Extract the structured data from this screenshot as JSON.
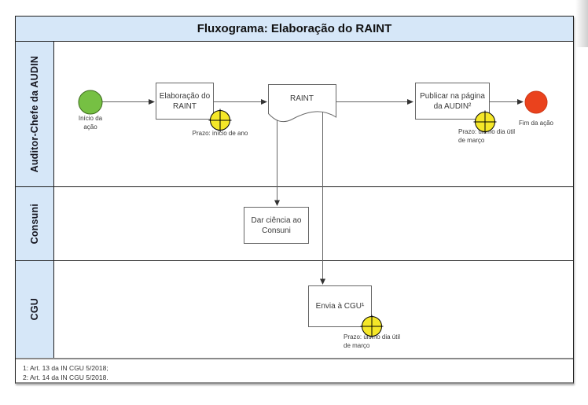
{
  "title": "Fluxograma: Elaboração do RAINT",
  "lanes": [
    {
      "label": "Auditor-Chefe da AUDIN"
    },
    {
      "label": "Consuni"
    },
    {
      "label": "CGU"
    }
  ],
  "flow": {
    "start_event": {
      "label": "Início da\nação"
    },
    "task_elaborar": {
      "label": "Elaboração do\nRAINT"
    },
    "doc_raint": {
      "label": "RAINT"
    },
    "task_publicar": {
      "label": "Publicar na página\nda AUDIN²"
    },
    "end_event": {
      "label": "Fim da ação"
    },
    "task_dar_ciencia": {
      "label": "Dar ciência ao\nConsuni"
    },
    "task_envia_cgu": {
      "label": "Envia à CGU¹"
    }
  },
  "timers": {
    "inicio_ano": {
      "label": "Prazo: início de ano"
    },
    "marco_publicacao": {
      "label": "Prazo: último dia útil\nde março"
    },
    "marco_envio": {
      "label": "Prazo: último dia útil\nde março"
    }
  },
  "footnotes": [
    "1: Art. 13 da IN CGU 5/2018;",
    "2: Art. 14 da IN CGU 5/2018."
  ],
  "colors": {
    "lane_fill": "#d6e7f8",
    "start_fill": "#76c043",
    "start_stroke": "#3d6b1e",
    "end_fill": "#ea421d",
    "end_stroke": "#ce3917",
    "timer_fill": "#f5e728",
    "connector": "#666666"
  }
}
